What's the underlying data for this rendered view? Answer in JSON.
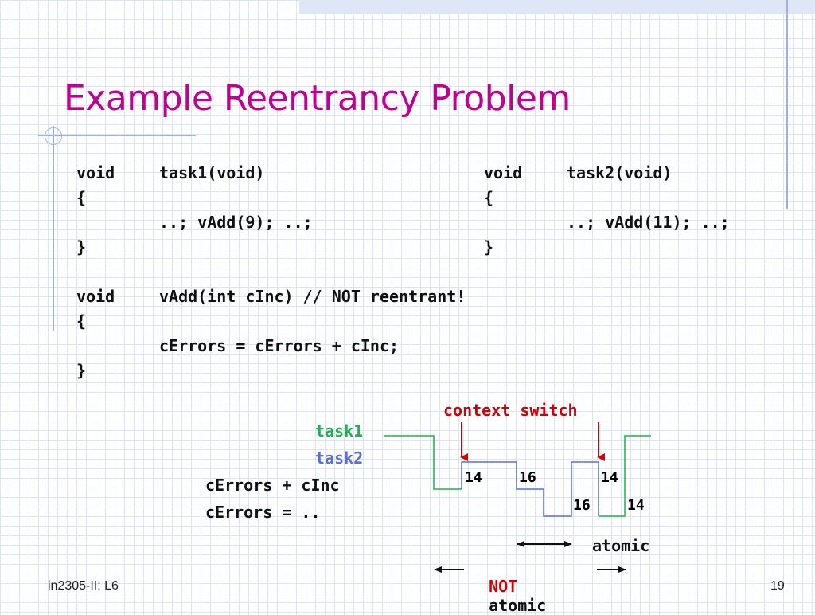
{
  "slide": {
    "title": "Example Reentrancy Problem",
    "footer_left": "in2305-II: L6",
    "page_number": "19"
  },
  "code": {
    "task1": {
      "kw": "void",
      "sig": "task1(void)",
      "open": "{",
      "body": "..; vAdd(9); ..;",
      "close": "}"
    },
    "task2": {
      "kw": "void",
      "sig": "task2(void)",
      "open": "{",
      "body": "..; vAdd(11); ..;",
      "close": "}"
    },
    "vadd": {
      "kw": "void",
      "sig": "vAdd(int cInc) // NOT reentrant!",
      "open": "{",
      "body": "cErrors = cErrors + cInc;",
      "close": "}"
    }
  },
  "diagram": {
    "context_switch": "context switch",
    "legend": {
      "task1": "task1",
      "task2": "task2",
      "cerrors_plus": "cErrors + cInc",
      "cerrors_eq": "cErrors = .."
    },
    "values": {
      "a": "14",
      "b": "16",
      "c": "16",
      "d": "14",
      "e": "14"
    },
    "atomic": "atomic",
    "not_atomic_not": "NOT",
    "not_atomic_atomic": "atomic"
  },
  "colors": {
    "title": "#c0008f",
    "task1": "#22b14c",
    "task2": "#5a6fd8",
    "red": "#d40000"
  }
}
